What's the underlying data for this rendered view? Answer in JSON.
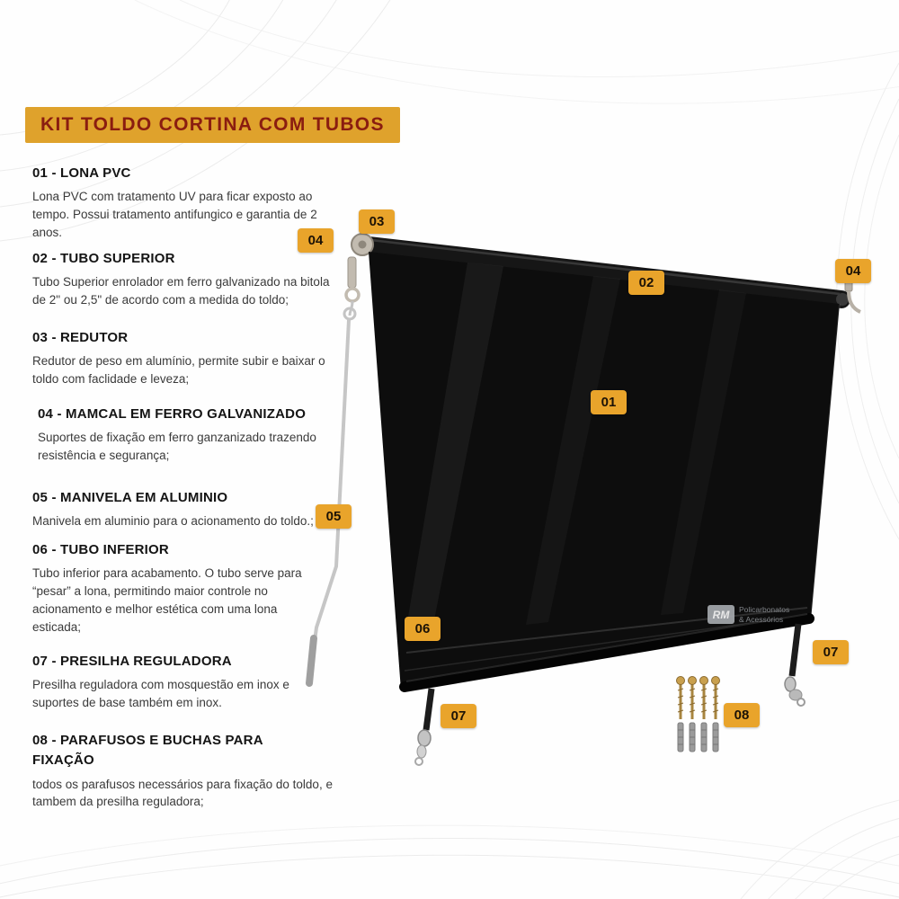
{
  "title": "KIT TOLDO CORTINA COM TUBOS",
  "items": [
    {
      "heading": "01 - LONA PVC",
      "body": "Lona PVC com tratamento UV para ficar exposto ao tempo. Possui tratamento antifungico e garantia de 2 anos."
    },
    {
      "heading": "02 - TUBO SUPERIOR",
      "body": "Tubo Superior enrolador em ferro galvanizado na bitola de 2\" ou 2,5\" de acordo com a medida do toldo;"
    },
    {
      "heading": "03 - REDUTOR",
      "body": "Redutor de peso em alumínio, permite subir e baixar o toldo com faclidade e leveza;"
    },
    {
      "heading": "04 - MAMCAL  EM FERRO GALVANIZADO",
      "body": "Suportes de fixação em ferro ganzanizado trazendo resistência e segurança;"
    },
    {
      "heading": "05 - MANIVELA EM ALUMINIO",
      "body": "Manivela em aluminio para o acionamento do toldo.;"
    },
    {
      "heading": "06 - TUBO INFERIOR",
      "body": "Tubo inferior para acabamento. O tubo serve para “pesar” a lona, permitindo maior controle no acionamento e melhor estética com uma lona esticada;"
    },
    {
      "heading": "07 - PRESILHA REGULADORA",
      "body": "Presilha reguladora com mosquestão em inox e suportes de base também em inox."
    },
    {
      "heading": "08 - PARAFUSOS E BUCHAS PARA FIXAÇÃO",
      "body": "todos os parafusos necessários para fixação do toldo, e tambem da presilha reguladora;"
    }
  ],
  "badges": [
    {
      "label": "03"
    },
    {
      "label": "04"
    },
    {
      "label": "02"
    },
    {
      "label": "04"
    },
    {
      "label": "01"
    },
    {
      "label": "05"
    },
    {
      "label": "06"
    },
    {
      "label": "07"
    },
    {
      "label": "07"
    },
    {
      "label": "08"
    }
  ],
  "watermark": {
    "logo": "RM",
    "line1": "Policarbonatos",
    "line2": "& Acessórios"
  },
  "colors": {
    "badge_bg": "#e9a42b",
    "title_bg": "#dfa22c",
    "title_text": "#8a1d10",
    "tarp": "#0d0d0d"
  }
}
